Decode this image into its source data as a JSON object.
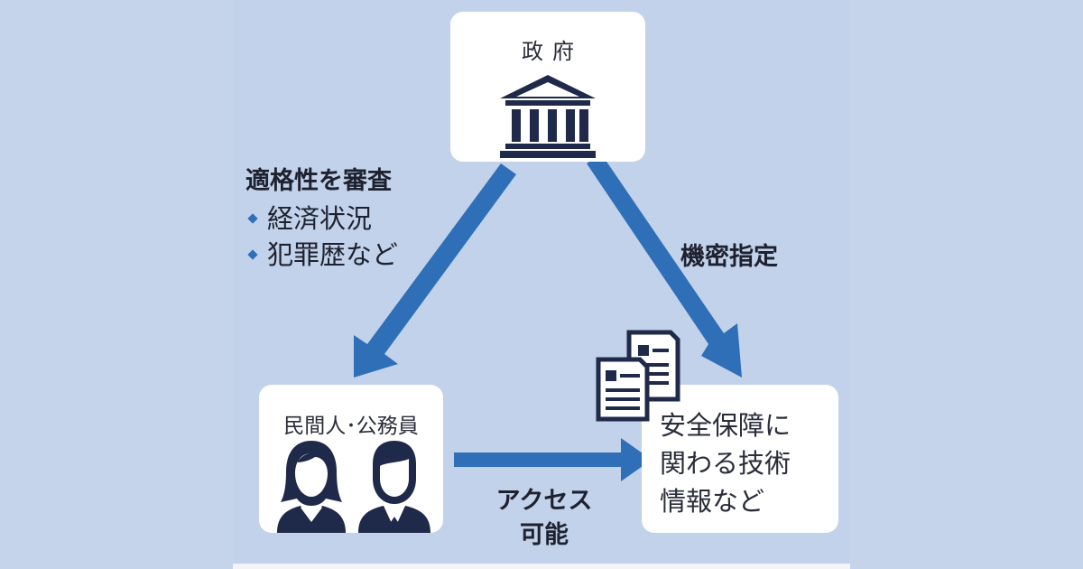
{
  "colors": {
    "background": "#c5d4ea",
    "arrow": "#2f6fb8",
    "icon": "#1f2a4a",
    "box": "#ffffff"
  },
  "government": {
    "title": "政府",
    "icon": "government-building-icon"
  },
  "people": {
    "title": "民間人･公務員",
    "icons": [
      "woman-icon",
      "man-icon"
    ]
  },
  "info": {
    "lines": [
      "安全保障に",
      "関わる技術",
      "情報など"
    ],
    "icon": "documents-icon"
  },
  "edges": {
    "screening": {
      "title": "適格性を審査",
      "items": [
        "経済状況",
        "犯罪歴など"
      ]
    },
    "classification": {
      "label": "機密指定"
    },
    "access": {
      "lines": [
        "アクセス",
        "可能"
      ]
    }
  }
}
